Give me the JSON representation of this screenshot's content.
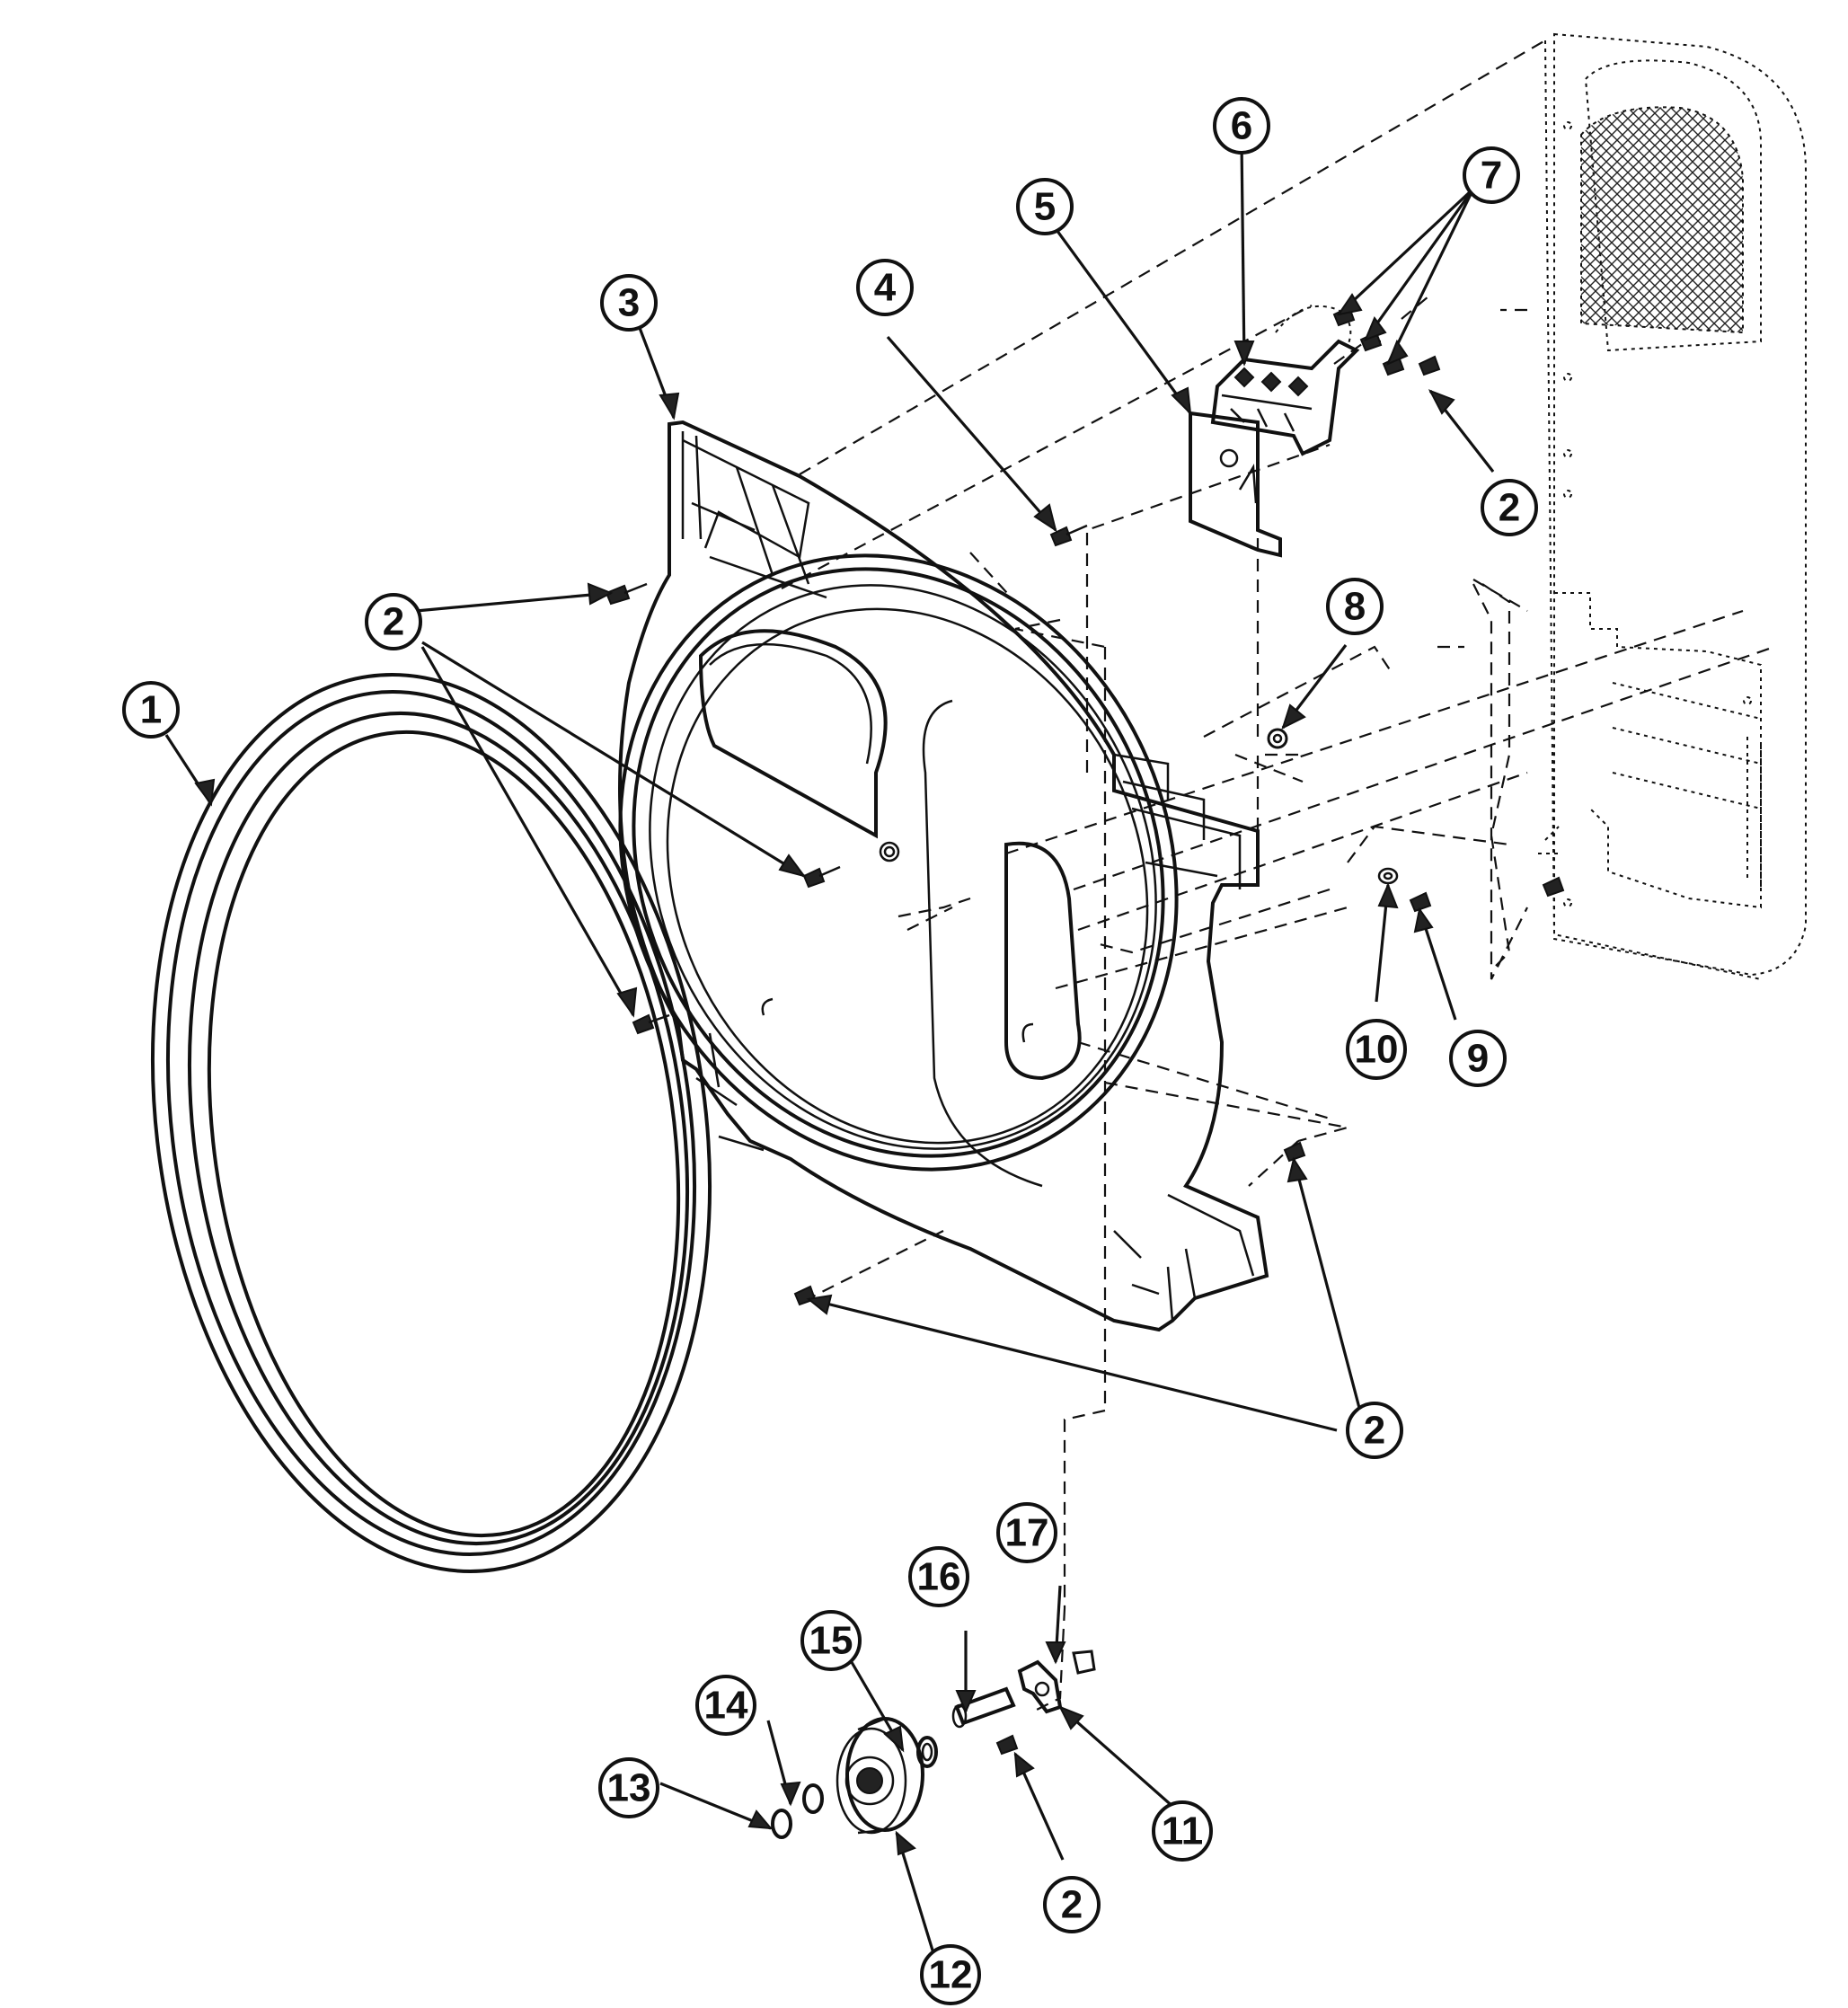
{
  "diagram": {
    "callouts": [
      {
        "id": "c1",
        "label": "1"
      },
      {
        "id": "c2a",
        "label": "2"
      },
      {
        "id": "c2b",
        "label": "2"
      },
      {
        "id": "c2c",
        "label": "2"
      },
      {
        "id": "c2d",
        "label": "2"
      },
      {
        "id": "c2e",
        "label": "2"
      },
      {
        "id": "c3",
        "label": "3"
      },
      {
        "id": "c4",
        "label": "4"
      },
      {
        "id": "c5",
        "label": "5"
      },
      {
        "id": "c6",
        "label": "6"
      },
      {
        "id": "c7",
        "label": "7"
      },
      {
        "id": "c8",
        "label": "8"
      },
      {
        "id": "c9",
        "label": "9"
      },
      {
        "id": "c10",
        "label": "10"
      },
      {
        "id": "c11",
        "label": "11"
      },
      {
        "id": "c12",
        "label": "12"
      },
      {
        "id": "c13",
        "label": "13"
      },
      {
        "id": "c14",
        "label": "14"
      },
      {
        "id": "c15",
        "label": "15"
      },
      {
        "id": "c16",
        "label": "16"
      },
      {
        "id": "c17",
        "label": "17"
      }
    ],
    "icons": {
      "screw": "screw-icon",
      "nut": "nut-icon",
      "washer": "washer-icon",
      "roller": "roller-icon"
    }
  }
}
